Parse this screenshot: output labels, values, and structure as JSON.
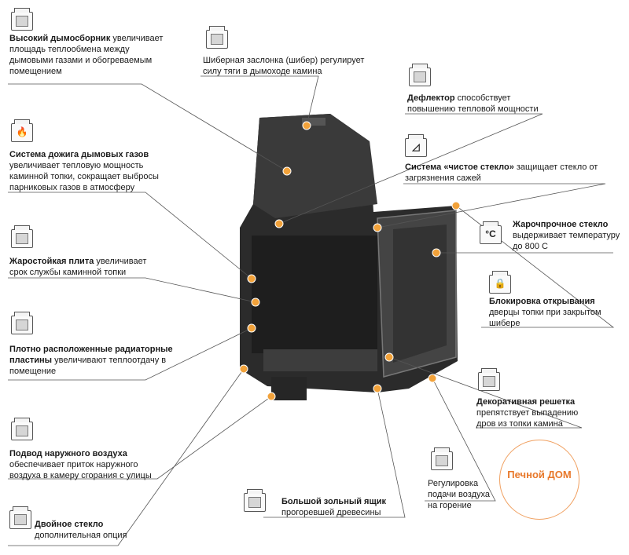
{
  "callouts": [
    {
      "bold": "Высокий дымосборник",
      "text": " увеличивает площадь теплообмена между дымовыми газами и обогреваемым помещением"
    },
    {
      "bold": "",
      "text": "Шиберная заслонка (шибер) регулирует силу тяги в дымоходе камина"
    },
    {
      "bold": "Дефлектор",
      "text": " способствует повышению тепловой мощности"
    },
    {
      "bold": "Система дожига дымовых газов",
      "text": " увеличивает тепловую мощность каминной топки, сокращает выбросы парниковых газов в атмосферу"
    },
    {
      "bold": "Система «чистое стекло»",
      "text": " защищает стекло от загрязнения сажей"
    },
    {
      "bold": "Жарочпрочное стекло",
      "text": " выдерживает температуру до 800 С"
    },
    {
      "bold": "Жаростойкая плита",
      "text": " увеличивает срок службы каминной топки"
    },
    {
      "bold": "Блокировка открывания",
      "text": " дверцы топки при закрытом шибере"
    },
    {
      "bold": "Плотно расположенные радиаторные пластины",
      "text": " увеличивают теплоотдачу в помещение"
    },
    {
      "bold": "Декоративная решетка",
      "text": " препятствует выпадению дров из топки камина"
    },
    {
      "bold": "Подвод наружного воздуха",
      "text": " обеспечивает приток наружного воздуха в камеру сгорания с улицы"
    },
    {
      "bold": "",
      "text": "Регулировка подачи воздуха на горение"
    },
    {
      "bold": "Большой зольный ящик",
      "text": " прогоревшей древесины"
    },
    {
      "bold": "Двойное стекло",
      "text": " дополнительная опция"
    }
  ],
  "icons": [
    {
      "name": "fireplace-icon",
      "glyph": ""
    },
    {
      "name": "fireplace-icon",
      "glyph": ""
    },
    {
      "name": "fireplace-icon",
      "glyph": ""
    },
    {
      "name": "flame-icon",
      "glyph": "🔥"
    },
    {
      "name": "clean-glass-icon",
      "glyph": "◿"
    },
    {
      "name": "temperature-glass-icon",
      "glyph": "°C"
    },
    {
      "name": "fireplace-icon",
      "glyph": ""
    },
    {
      "name": "lock-icon",
      "glyph": "🔒"
    },
    {
      "name": "fireplace-icon",
      "glyph": ""
    },
    {
      "name": "fireplace-icon",
      "glyph": ""
    },
    {
      "name": "fireplace-icon",
      "glyph": ""
    },
    {
      "name": "fireplace-icon",
      "glyph": ""
    },
    {
      "name": "fireplace-icon",
      "glyph": ""
    },
    {
      "name": "double-glass-icon",
      "glyph": ""
    }
  ],
  "logo": {
    "text": "Печной ДОМ"
  },
  "colors": {
    "marker": "#f2a23a",
    "body": "#2b2b2b",
    "line": "#555555",
    "logo": "#e8782a"
  }
}
